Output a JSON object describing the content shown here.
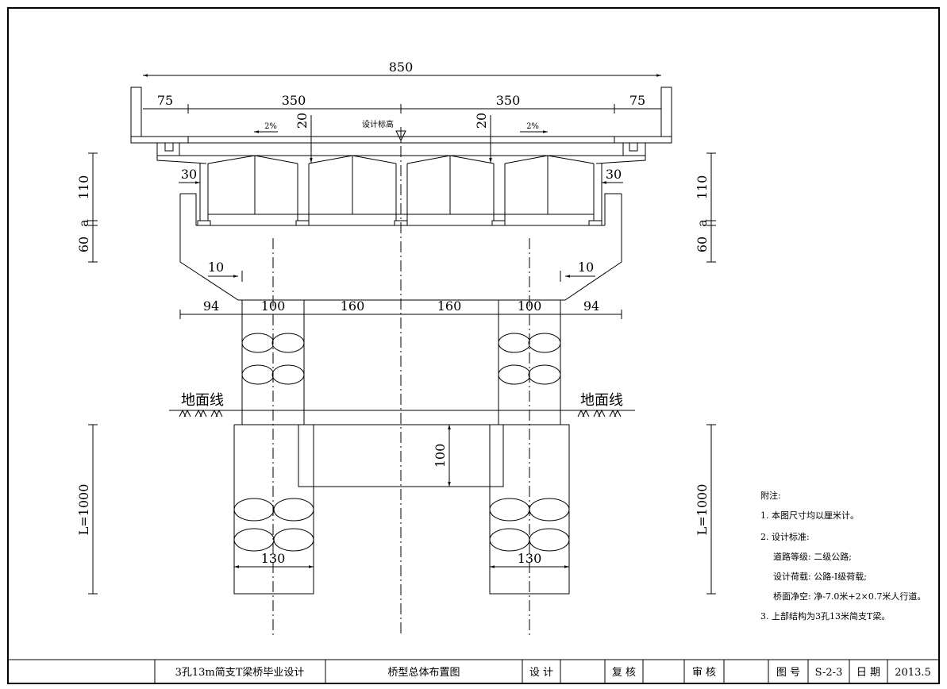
{
  "drawing": {
    "dimensions": {
      "overall_width": "850",
      "sidewalk_left": "75",
      "lane_left": "350",
      "lane_right": "350",
      "sidewalk_right": "75",
      "pavement_left": "20",
      "pavement_right": "20",
      "gap_left": "30",
      "gap_right": "30",
      "beam_height_left": "110",
      "beam_height_right": "110",
      "cap_height_left": "60",
      "cap_height_right": "60",
      "a_left": "a",
      "a_right": "a",
      "offset_left": "10",
      "offset_right": "10",
      "cap_seg_1": "94",
      "cap_seg_2": "100",
      "cap_seg_3": "160",
      "cap_seg_4": "160",
      "cap_seg_5": "100",
      "cap_seg_6": "94",
      "tie_beam_height": "100",
      "pile_length_left": "L=1000",
      "pile_length_right": "L=1000",
      "pile_dia_left": "130",
      "pile_dia_right": "130"
    },
    "labels": {
      "slope_left": "2%",
      "slope_right": "2%",
      "design_elevation": "设计标高",
      "ground_line_left": "地面线",
      "ground_line_right": "地面线"
    },
    "notes": {
      "title": "附注:",
      "lines": [
        "1. 本图尺寸均以厘米计。",
        "2. 设计标准:",
        "道路等级: 二级公路;",
        "设计荷载: 公路-I级荷载;",
        "桥面净空: 净-7.0米+2×0.7米人行道。",
        "3. 上部结构为3孔13米简支T梁。"
      ]
    }
  },
  "title_block": {
    "project": "3孔13m简支T梁桥毕业设计",
    "drawing_title": "桥型总体布置图",
    "design_label": "设 计",
    "design_value": "",
    "check_label": "复 核",
    "check_value": "",
    "review_label": "审 核",
    "review_value": "",
    "drawing_no_label": "图 号",
    "drawing_no": "S-2-3",
    "date_label": "日 期",
    "date": "2013.5"
  }
}
